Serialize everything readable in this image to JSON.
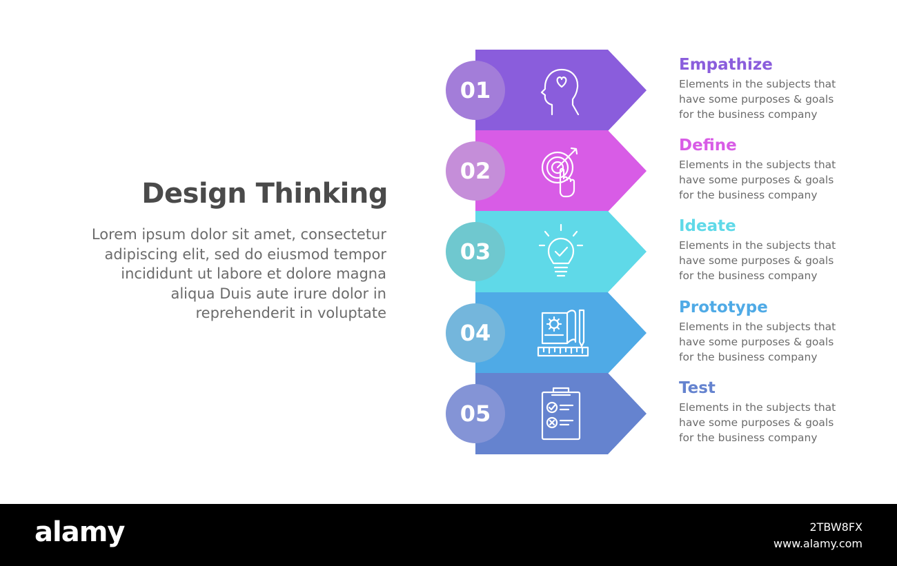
{
  "title": "Design Thinking",
  "description": [
    "Lorem ipsum dolor sit amet, consectetur",
    "adipiscing elit, sed do eiusmod tempor",
    "incididunt ut labore et dolore magna",
    "aliqua Duis aute irure dolor in",
    "reprehenderit in voluptate"
  ],
  "steps": [
    {
      "number": "01",
      "label": "Empathize",
      "icon": "head-heart-icon",
      "color": "#8a5ddc",
      "circle_color": "#a37dd9",
      "desc": [
        "Elements in the subjects that",
        "have  some purposes & goals",
        "for the  business company"
      ]
    },
    {
      "number": "02",
      "label": "Define",
      "icon": "target-hand-icon",
      "color": "#d85ce6",
      "circle_color": "#c58ed9",
      "desc": [
        "Elements in the subjects that",
        "have  some purposes & goals",
        "for the  business company"
      ]
    },
    {
      "number": "03",
      "label": "Ideate",
      "icon": "lightbulb-icon",
      "color": "#5fd9e8",
      "circle_color": "#6fc8cf",
      "desc": [
        "Elements in the subjects that",
        "have  some purposes & goals",
        "for the  business company"
      ]
    },
    {
      "number": "04",
      "label": "Prototype",
      "icon": "blueprint-icon",
      "color": "#4faae6",
      "circle_color": "#74b6dc",
      "desc": [
        "Elements in the subjects that",
        "have  some purposes & goals",
        "for the  business company"
      ]
    },
    {
      "number": "05",
      "label": "Test",
      "icon": "clipboard-checklist-icon",
      "color": "#6583cf",
      "circle_color": "#8494d6",
      "desc": [
        "Elements in the subjects that",
        "have  some purposes & goals",
        "for the  business company"
      ]
    }
  ],
  "footer": {
    "brand": "alamy",
    "image_id": "2TBW8FX",
    "url": "www.alamy.com"
  }
}
